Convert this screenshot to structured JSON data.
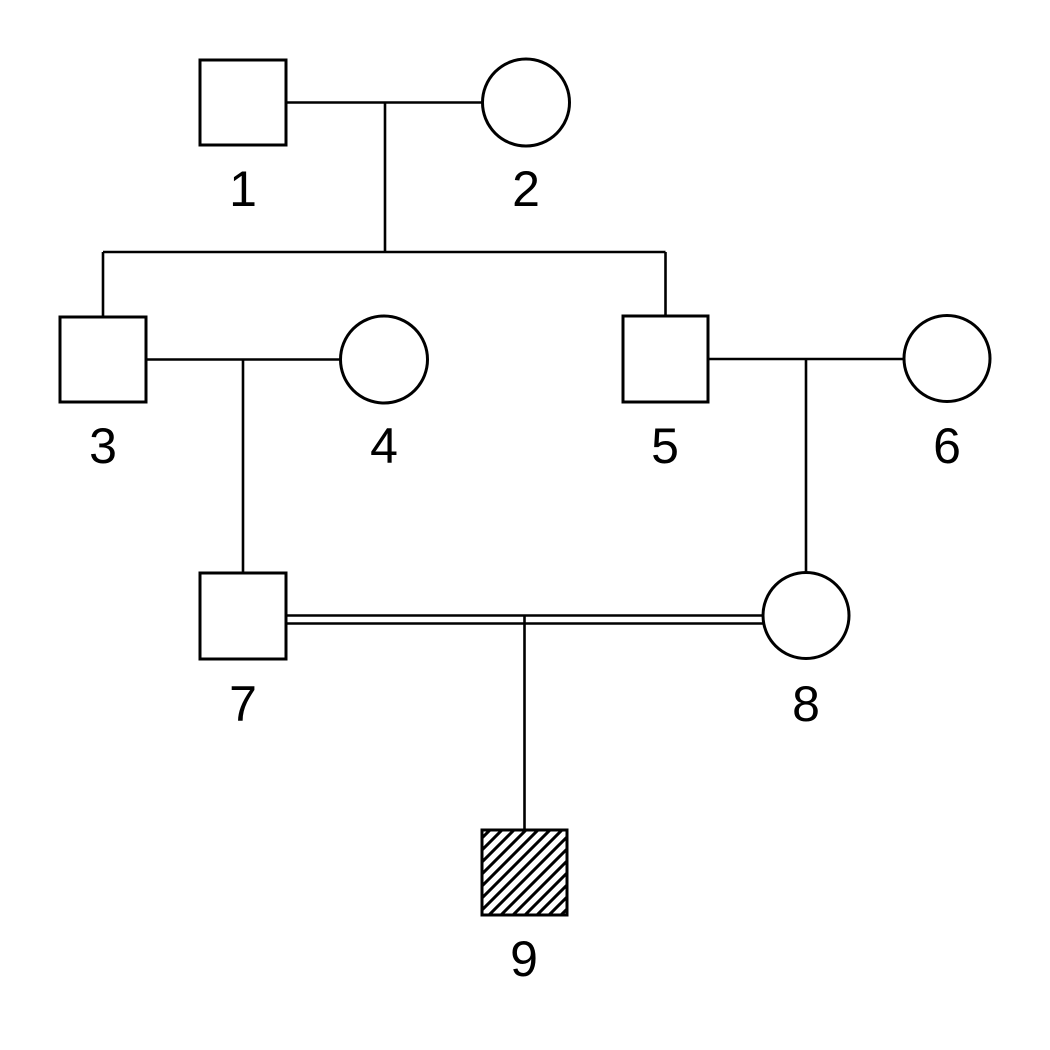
{
  "diagram": {
    "type": "pedigree-chart",
    "background_color": "#ffffff",
    "stroke_color": "#000000",
    "generations": 4
  },
  "individuals": [
    {
      "label": "1",
      "sex": "male",
      "symbol": "square",
      "affected": false,
      "generation": 1
    },
    {
      "label": "2",
      "sex": "female",
      "symbol": "circle",
      "affected": false,
      "generation": 1
    },
    {
      "label": "3",
      "sex": "male",
      "symbol": "square",
      "affected": false,
      "generation": 2
    },
    {
      "label": "4",
      "sex": "female",
      "symbol": "circle",
      "affected": false,
      "generation": 2
    },
    {
      "label": "5",
      "sex": "male",
      "symbol": "square",
      "affected": false,
      "generation": 2
    },
    {
      "label": "6",
      "sex": "female",
      "symbol": "circle",
      "affected": false,
      "generation": 2
    },
    {
      "label": "7",
      "sex": "male",
      "symbol": "square",
      "affected": false,
      "generation": 3
    },
    {
      "label": "8",
      "sex": "female",
      "symbol": "circle",
      "affected": false,
      "generation": 3
    },
    {
      "label": "9",
      "sex": "male",
      "symbol": "square",
      "affected": true,
      "fill": "diagonal-hatch",
      "generation": 4
    }
  ],
  "unions": [
    {
      "partners": [
        "1",
        "2"
      ],
      "line": "single",
      "children": [
        "3",
        "5"
      ]
    },
    {
      "partners": [
        "3",
        "4"
      ],
      "line": "single",
      "children": [
        "7"
      ]
    },
    {
      "partners": [
        "5",
        "6"
      ],
      "line": "single",
      "children": [
        "8"
      ]
    },
    {
      "partners": [
        "7",
        "8"
      ],
      "line": "double-consanguineous",
      "children": [
        "9"
      ]
    }
  ]
}
